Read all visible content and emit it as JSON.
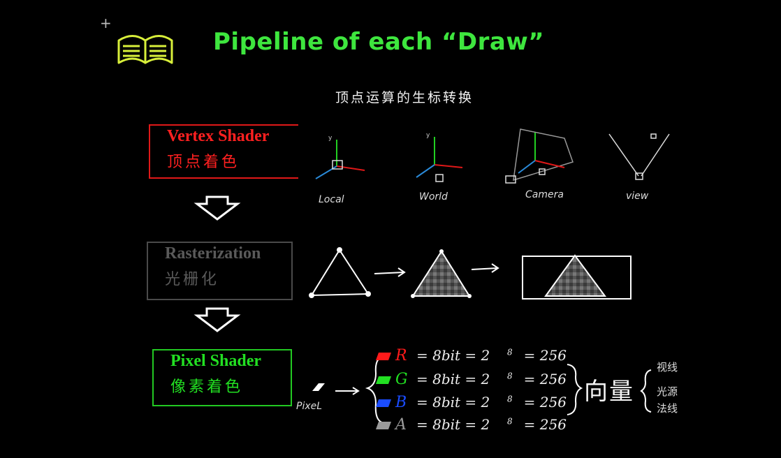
{
  "title": "Pipeline of each “Draw”",
  "subtitle": "顶点运算的生标转换",
  "icons": [
    "book-icon",
    "crosshair-icon"
  ],
  "stages": {
    "vertex": {
      "en": "Vertex Shader",
      "zh": "顶点着色",
      "color": "#e01818"
    },
    "raster": {
      "en": "Rasterization",
      "zh": "光栅化",
      "color": "#4a4a4a"
    },
    "pixel": {
      "en": "Pixel Shader",
      "zh": "像素着色",
      "color": "#22c822"
    }
  },
  "spaces": [
    "Local",
    "World",
    "Camera",
    "view"
  ],
  "pixel_label": "PixeL",
  "channels": [
    {
      "ch": "R",
      "eq": "= 8bit = 2",
      "exp": "8",
      "val": "= 256",
      "color": "#ff1a1a"
    },
    {
      "ch": "G",
      "eq": "= 8bit = 2",
      "exp": "8",
      "val": "= 256",
      "color": "#22e022"
    },
    {
      "ch": "B",
      "eq": "= 8bit = 2",
      "exp": "8",
      "val": "= 256",
      "color": "#1a4cff"
    },
    {
      "ch": "A",
      "eq": "= 8bit = 2",
      "exp": "8",
      "val": "= 256",
      "color": "#9a9a9a"
    }
  ],
  "vector_label": "向量",
  "side_notes": [
    "视线",
    "光源",
    "法线"
  ]
}
